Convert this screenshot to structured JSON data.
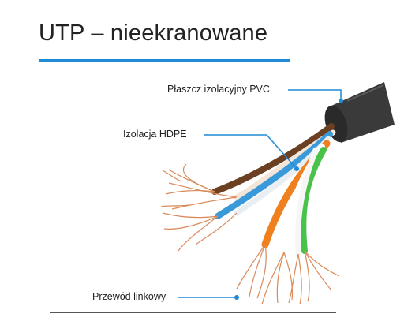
{
  "title": "UTP – nieekranowane",
  "labels": {
    "jacket": "Płaszcz izolacyjny PVC",
    "insulation": "Izolacja HDPE",
    "conductor": "Przewód linkowy"
  },
  "colors": {
    "accent": "#1f8ad6",
    "jacket": "#3a3a3a",
    "pair_blue": "#3a9ad9",
    "pair_orange": "#f07f1e",
    "pair_green": "#49c24a",
    "pair_brown": "#6b3f22",
    "copper": "#d98a5b"
  }
}
